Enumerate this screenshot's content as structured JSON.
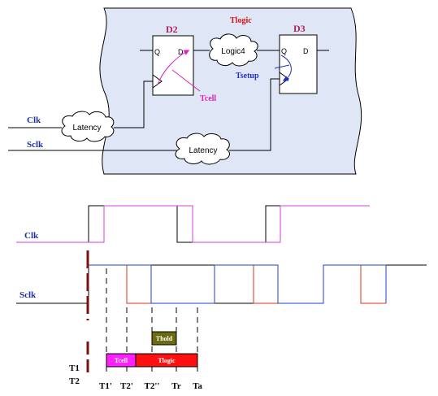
{
  "circuit": {
    "blocks": {
      "d2": {
        "title": "D2",
        "pin_q": "Q",
        "pin_d": "D"
      },
      "d3": {
        "title": "D3",
        "pin_q": "Q",
        "pin_d": "D"
      }
    },
    "clouds": {
      "logic4": "Logic4",
      "latency_clk": "Latency",
      "latency_sclk": "Latency"
    },
    "annotations": {
      "tlogic": "Tlogic",
      "tcell": "Tcell",
      "tsetup": "Tsetup"
    },
    "inputs": {
      "clk": "Clk",
      "sclk": "Sclk"
    },
    "colors": {
      "panel_fill": "#dfe6f6",
      "title_red": "#b0245a",
      "tlogic_red": "#d01010",
      "tcell_magenta": "#e020c0",
      "tsetup_blue": "#2030c0",
      "signal_blue": "#1a30a0"
    }
  },
  "timing": {
    "signals": {
      "clk": "Clk",
      "sclk": "Sclk"
    },
    "bars": {
      "thold": "Thold",
      "tcell": "Tcell",
      "tlogic": "Tlogic"
    },
    "side_labels": {
      "t1": "T1",
      "t2": "T2"
    },
    "markers": [
      "T1'",
      "T2'",
      "T2''",
      "Tr",
      "Ta"
    ],
    "colors": {
      "wave_black": "#000000",
      "wave_magenta": "#d040d8",
      "wave_red": "#e03020",
      "wave_blue": "#2040d0",
      "thold_fill": "#6b6b12",
      "tcell_fill": "#ff20ff",
      "tlogic_fill": "#ff1010",
      "edge_marker": "#7a1010"
    }
  }
}
